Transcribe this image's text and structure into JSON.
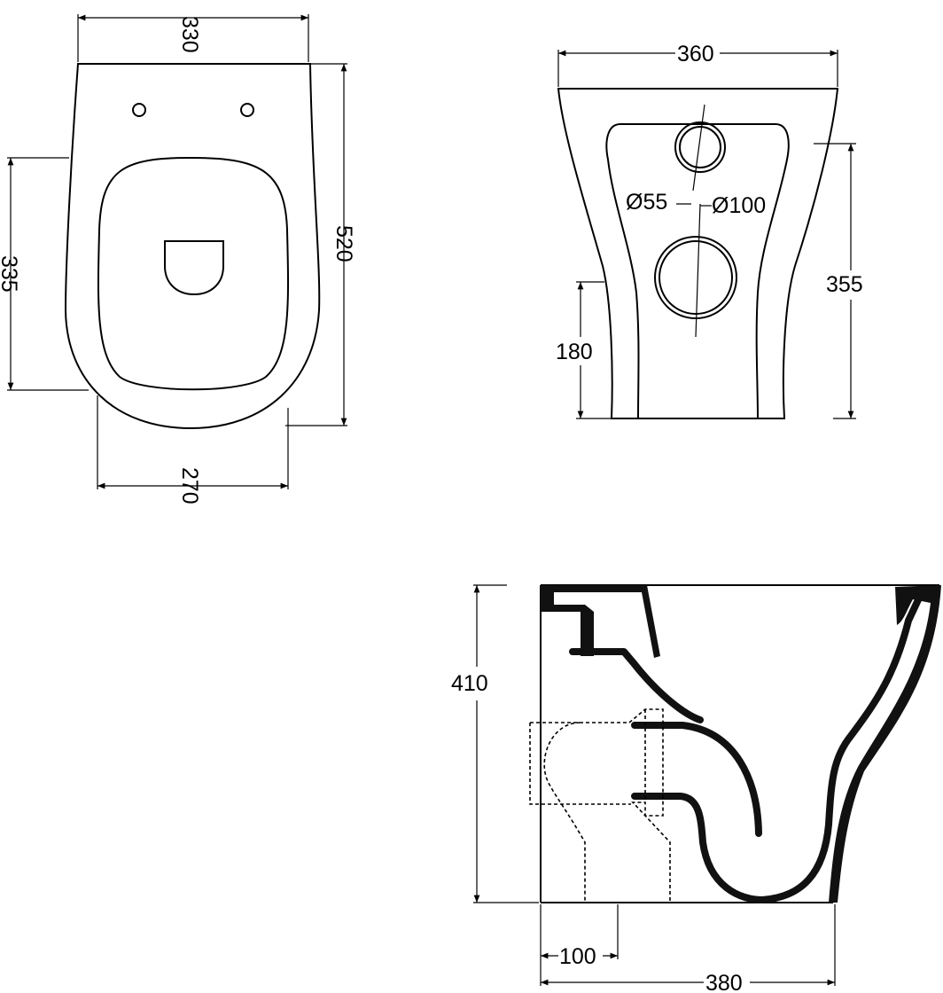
{
  "title": "Toilet technical drawing dimensions (mm)",
  "top_view": {
    "width_top": "330",
    "length": "520",
    "seat_length": "335",
    "width_bottom": "270"
  },
  "front_view": {
    "width": "360",
    "height_outlet": "355",
    "height_lower": "180",
    "inlet_diameter": "Ø55",
    "outlet_diameter": "Ø100"
  },
  "side_view": {
    "height": "410",
    "outlet_offset": "100",
    "depth": "380"
  },
  "colors": {
    "line": "#000000",
    "background": "#ffffff"
  }
}
